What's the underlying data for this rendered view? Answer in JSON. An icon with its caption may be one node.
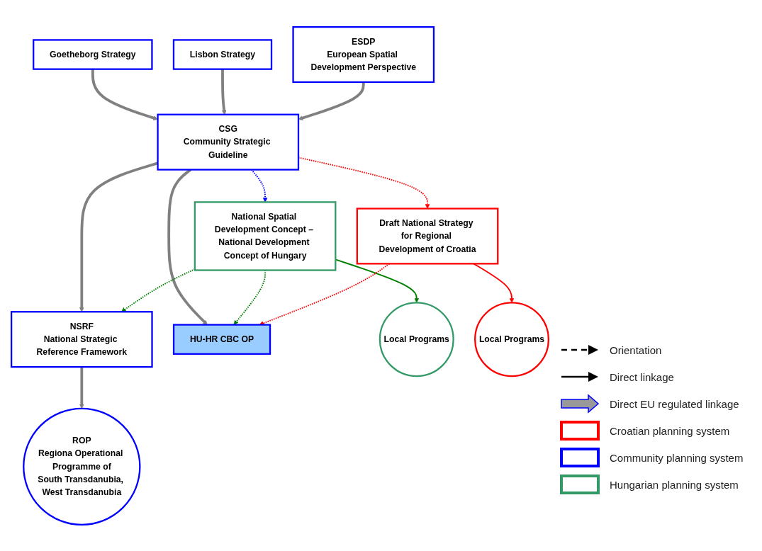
{
  "diagram": {
    "nodes": [
      {
        "text": [
          "Goetheborg Strategy"
        ]
      },
      {
        "text": [
          "Lisbon Strategy"
        ]
      },
      {
        "text": [
          "ESDP",
          "European Spatial Development Perspective"
        ]
      },
      {
        "text": [
          "CSG",
          "Community Strategic Guideline"
        ]
      },
      {
        "text": [
          "National Spatial Development Concept – National Development Concept of Hungary"
        ]
      },
      {
        "text": [
          "Draft National Strategy for Regional Development of Croatia"
        ]
      },
      {
        "text": [
          "NSRF",
          "National Strategic Reference Framework"
        ]
      },
      {
        "text": [
          "HU-HR CBC OP"
        ]
      },
      {
        "text": [
          "Local Programs"
        ]
      },
      {
        "text": [
          "ROP",
          "Regiona Operational Programme of",
          "South Transdanubia, West Transdanubia"
        ]
      },
      {
        "text": [
          "Local Programs"
        ]
      }
    ],
    "edges": [
      {
        "from": 0,
        "to": 3,
        "arrow": "to",
        "style": "thick"
      },
      {
        "from": 1,
        "to": 3,
        "arrow": "to",
        "style": "thick"
      },
      {
        "from": 2,
        "to": 3,
        "arrow": "to",
        "style": "thick"
      },
      {
        "from": 3,
        "to": 4,
        "arrow": "to",
        "style": "dashed",
        "color": "#0000ff"
      },
      {
        "from": 3,
        "to": 5,
        "arrow": "to",
        "style": "dashed",
        "color": "#ff0000"
      },
      {
        "from": 3,
        "to": 6,
        "arrow": "to",
        "style": "thick"
      },
      {
        "from": 3,
        "to": 7,
        "arrow": "to",
        "style": "thick"
      },
      {
        "from": 4,
        "to": 6,
        "arrow": "to",
        "style": "dashed",
        "color": "#008000"
      },
      {
        "from": 4,
        "to": 7,
        "arrow": "to",
        "style": "dashed",
        "color": "#008000"
      },
      {
        "from": 4,
        "to": 8,
        "arrow": "to",
        "color": "#008000"
      },
      {
        "from": 6,
        "to": 9,
        "arrow": "to",
        "style": "thick"
      },
      {
        "from": 5,
        "to": 7,
        "arrow": "to",
        "style": "dashed",
        "color": "#ff0000"
      },
      {
        "from": 5,
        "to": 10,
        "arrow": "to",
        "color": "#ff0000"
      }
    ],
    "legend": [
      {
        "text": "Orientation"
      },
      {
        "text": "Direct linkage"
      },
      {
        "text": "Direct EU regulated linkage"
      },
      {
        "text": "Croatian planning system",
        "color": "#ff0000"
      },
      {
        "text": "Community planning system",
        "color": "#0000ff"
      },
      {
        "text": "Hungarian planning system",
        "color": "#339966"
      }
    ]
  }
}
